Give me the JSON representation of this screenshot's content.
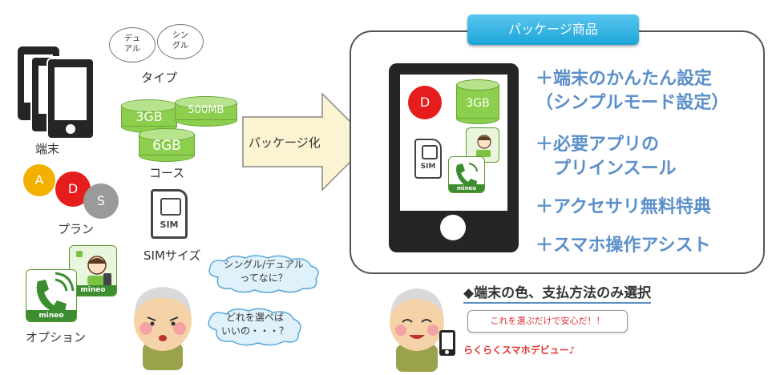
{
  "left": {
    "terminal_label": "端末",
    "type_label": "タイプ",
    "type_bubbles": [
      {
        "line1": "デュ",
        "line2": "アル"
      },
      {
        "line1": "シン",
        "line2": "グル"
      }
    ],
    "course_label": "コース",
    "course_values": [
      "3GB",
      "500MB",
      "6GB"
    ],
    "plan_label": "プラン",
    "plans": [
      {
        "letter": "A",
        "color": "#f2b000"
      },
      {
        "letter": "D",
        "color": "#e51d1d"
      },
      {
        "letter": "S",
        "color": "#9a9a9a"
      }
    ],
    "sim_label": "SIMサイズ",
    "sim_text": "SIM",
    "option_label": "オプション",
    "mineo": "mineo",
    "thought_1": {
      "line1": "シングル/デュアル",
      "line2": "ってなに？"
    },
    "thought_2": {
      "line1": "どれを選べば",
      "line2": "いいの・・・？"
    }
  },
  "arrow_label": "パッケージ化",
  "package": {
    "title": "パッケージ商品",
    "screen_plan": "D",
    "screen_course": "3GB",
    "sim_text": "SIM",
    "mineo": "mineo",
    "features": [
      {
        "line1": "＋端末のかんたん設定",
        "line2": "（シンプルモード設定）"
      },
      {
        "line1": "＋必要アプリの",
        "line2": "プリインスール"
      },
      {
        "line1": "＋アクセサリ無料特典",
        "line2": ""
      },
      {
        "line1": "＋スマホ操作アシスト",
        "line2": ""
      }
    ]
  },
  "bottom": {
    "selection_note": "◆端末の色、支払方法のみ選択",
    "speech": "これを選ぶだけで安心だ！！",
    "slogan": "らくらくスマホデビュー♪"
  },
  "colors": {
    "accent_blue": "#5b8fc9",
    "title_blue": "#1da4d9",
    "sim_green": "#8ccf4d",
    "slogan_red": "#e03030"
  }
}
